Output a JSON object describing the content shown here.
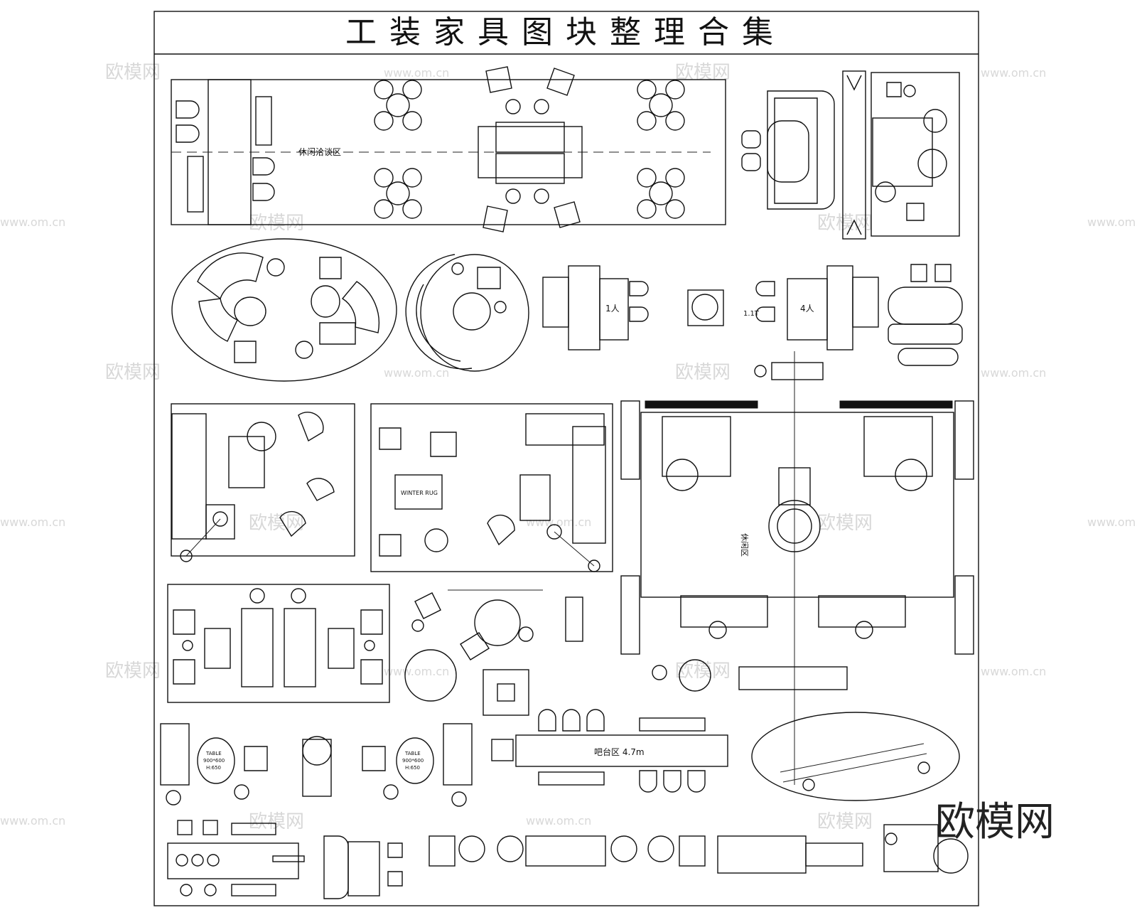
{
  "title": "工装家具图块整理合集",
  "watermark": {
    "brand": "欧模网",
    "url": "www.om.cn",
    "corner_brand": "欧模网"
  },
  "labels": {
    "zone_top": "休闲洽谈区",
    "desk_1": "1人",
    "desk_4": "4人",
    "small_1": "1.1T",
    "rug": "WINTER RUG",
    "table_left": "TABLE",
    "table_left_size": "900*600",
    "table_left_h": "H:650",
    "table_right": "TABLE",
    "table_right_size": "900*600",
    "table_right_h": "H:650",
    "bar": "吧台区 4.7m",
    "side_note": "休闲区"
  },
  "colors": {
    "line": "#111111",
    "watermark": "#d8d8d8"
  }
}
